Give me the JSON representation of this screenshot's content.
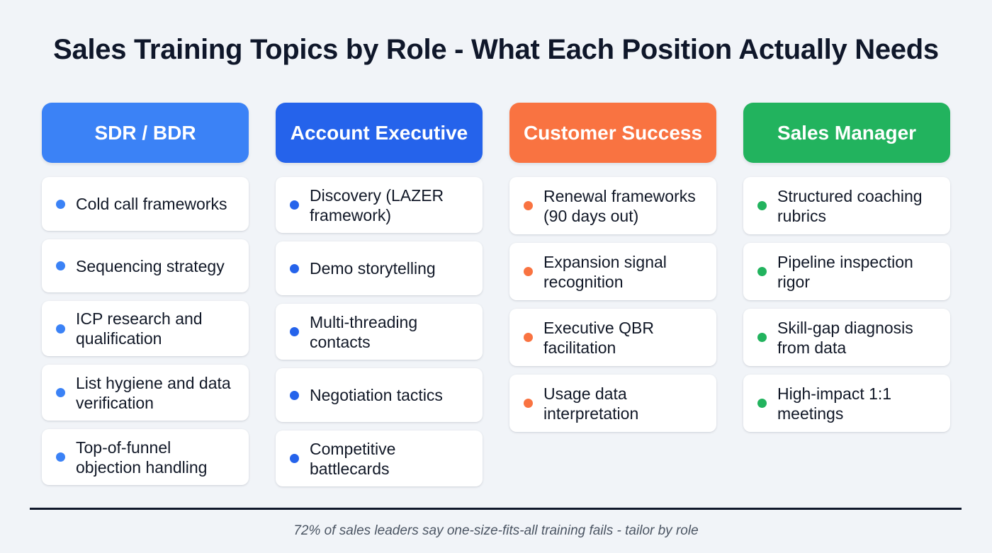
{
  "title": "Sales Training Topics by Role - What Each Position Actually Needs",
  "columns": [
    {
      "label": "SDR / BDR",
      "color": "#3b82f6",
      "items": [
        "Cold call frameworks",
        "Sequencing strategy",
        "ICP research and qualification",
        "List hygiene and data verification",
        "Top-of-funnel objection handling"
      ]
    },
    {
      "label": "Account Executive",
      "color": "#2563eb",
      "items": [
        "Discovery (LAZER framework)",
        "Demo storytelling",
        "Multi-threading contacts",
        "Negotiation tactics",
        "Competitive battlecards"
      ]
    },
    {
      "label": "Customer Success",
      "color": "#f97341",
      "items": [
        "Renewal frameworks (90 days out)",
        "Expansion signal recognition",
        "Executive QBR facilitation",
        "Usage data interpretation"
      ]
    },
    {
      "label": "Sales Manager",
      "color": "#22b35e",
      "items": [
        "Structured coaching rubrics",
        "Pipeline inspection rigor",
        "Skill-gap diagnosis from data",
        "High-impact 1:1 meetings"
      ]
    }
  ],
  "footer": "72% of sales leaders say one-size-fits-all training fails - tailor by role"
}
